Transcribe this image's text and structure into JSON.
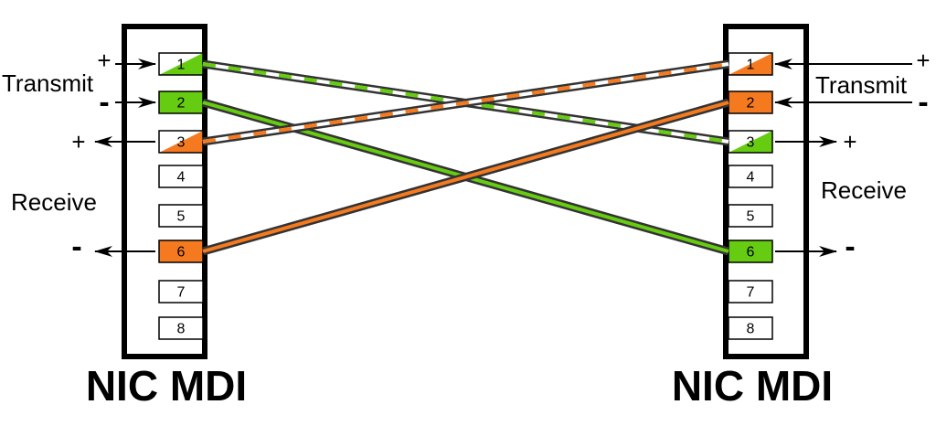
{
  "left": {
    "title": "NIC MDI",
    "transmit_label": "Transmit",
    "receive_label": "Receive",
    "pins": [
      "1",
      "2",
      "3",
      "4",
      "5",
      "6",
      "7",
      "8"
    ],
    "signs": {
      "pin1": "+",
      "pin2": "-",
      "pin3": "+",
      "pin6": "-"
    }
  },
  "right": {
    "title": "NIC MDI",
    "transmit_label": "Transmit",
    "receive_label": "Receive",
    "pins": [
      "1",
      "2",
      "3",
      "4",
      "5",
      "6",
      "7",
      "8"
    ],
    "signs": {
      "pin1": "+",
      "pin2": "-",
      "pin3": "+",
      "pin6": "-"
    }
  },
  "colors": {
    "green": "#66cc11",
    "orange": "#f57a1f",
    "outline": "#333333"
  },
  "wires": [
    {
      "from": "left-1",
      "to": "right-3",
      "color": "green",
      "striped": true
    },
    {
      "from": "left-2",
      "to": "right-6",
      "color": "green",
      "striped": false
    },
    {
      "from": "left-3",
      "to": "right-1",
      "color": "orange",
      "striped": true
    },
    {
      "from": "left-6",
      "to": "right-2",
      "color": "orange",
      "striped": false
    }
  ]
}
